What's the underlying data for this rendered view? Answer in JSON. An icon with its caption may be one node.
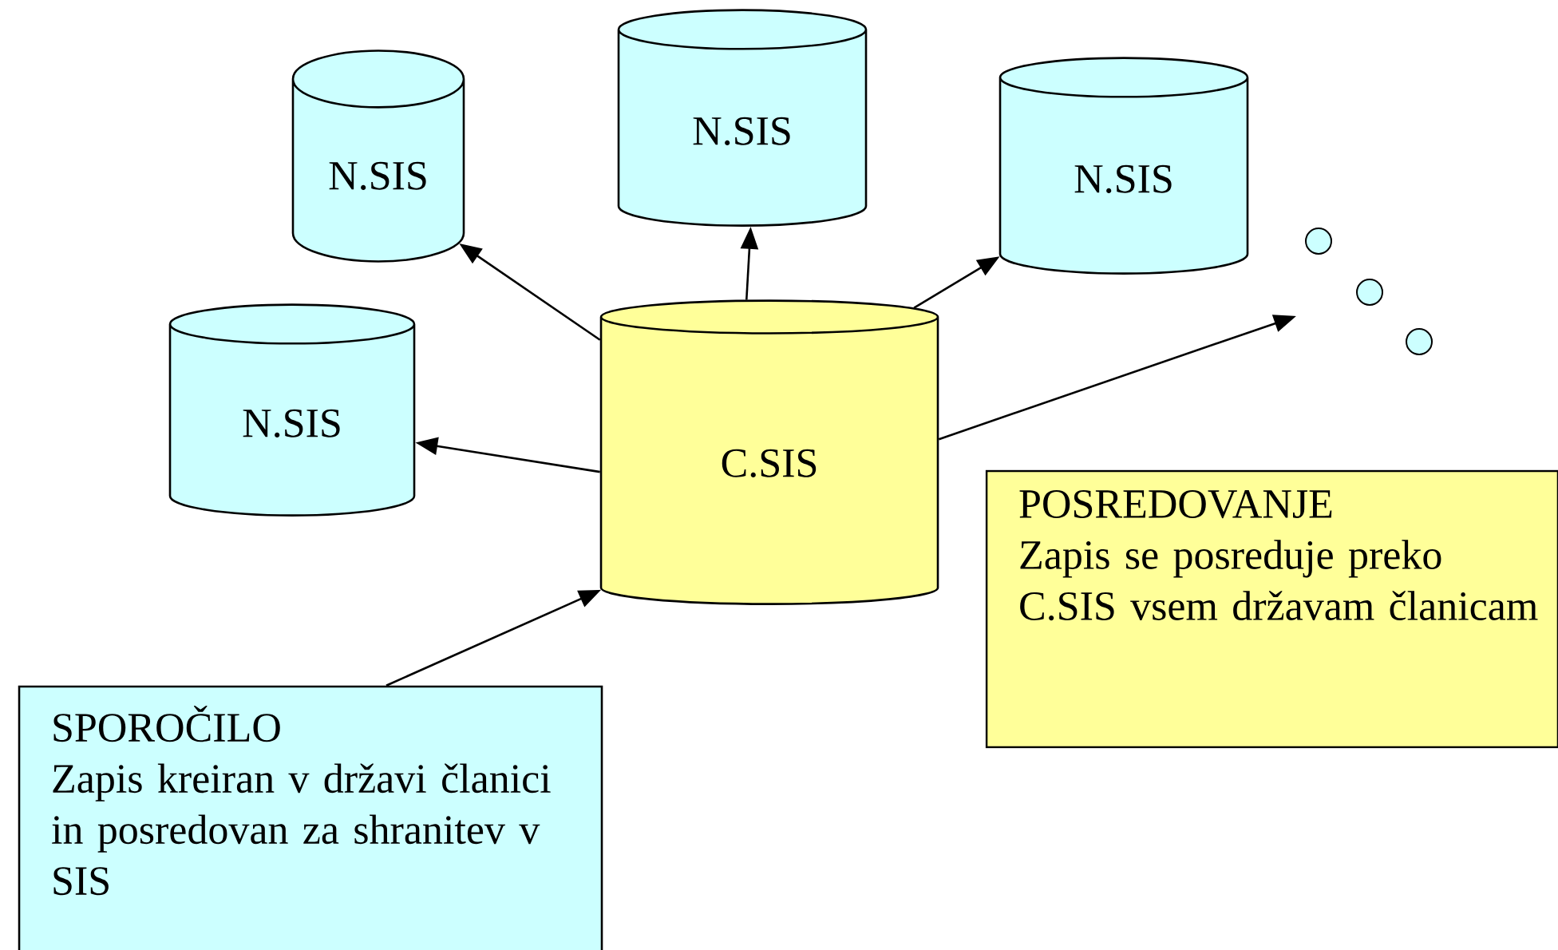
{
  "diagram": {
    "nodes": [
      {
        "text": [
          "N.SIS"
        ]
      },
      {
        "text": [
          "N.SIS"
        ]
      },
      {
        "text": [
          "N.SIS"
        ]
      },
      {
        "text": [
          "N.SIS"
        ]
      },
      {
        "text": [
          "C.SIS"
        ]
      },
      {
        "text": [
          "POSREDOVANJE",
          "Zapis se posreduje preko C.SIS vsem državam članicam"
        ]
      },
      {
        "text": [
          "SPOROČILO",
          "Zapis kreiran v državi članici in posredovan za shranitev v SIS"
        ]
      }
    ],
    "edges": [
      {
        "from": 4,
        "to": 0,
        "arrow": "to"
      },
      {
        "from": 4,
        "to": 1,
        "arrow": "to"
      },
      {
        "from": 4,
        "to": 2,
        "arrow": "to"
      },
      {
        "from": 4,
        "to": 3,
        "arrow": "to"
      },
      {
        "from": 4,
        "to": null,
        "arrow": "to"
      },
      {
        "from": 6,
        "to": 4,
        "arrow": "to"
      }
    ]
  }
}
